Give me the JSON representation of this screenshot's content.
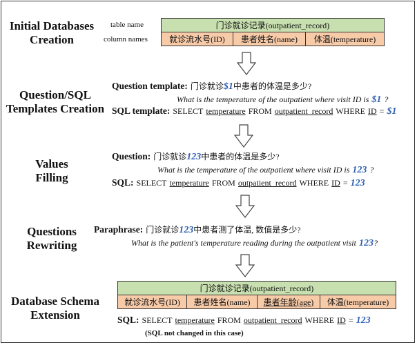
{
  "stages": {
    "s1_l1": "Initial Databases",
    "s1_l2": "Creation",
    "s2_l1": "Question/SQL",
    "s2_l2": "Templates Creation",
    "s3_l1": "Values",
    "s3_l2": "Filling",
    "s4_l1": "Questions",
    "s4_l2": "Rewriting",
    "s5_l1": "Database Schema",
    "s5_l2": "Extension"
  },
  "schema1": {
    "table_name_label": "table name",
    "column_names_label": "column names",
    "table_name": "门诊就诊记录(outpatient_record)",
    "columns": [
      "就诊流水号(ID)",
      "患者姓名(name)",
      "体温(temperature)"
    ]
  },
  "template": {
    "q_label": "Question template:",
    "q_cn_a": "门诊就诊",
    "q_param": "$1",
    "q_cn_b": "中患者的体温是多少?",
    "q_en": "What is the temperature of the outpatient where visit ID is",
    "q_en_param": "$1",
    "q_en_end": "?",
    "sql_label": "SQL template:",
    "sql_select": "SELECT",
    "sql_col": "temperature",
    "sql_from": "FROM",
    "sql_table": "outpatient_record",
    "sql_where": "WHERE",
    "sql_id": "ID",
    "sql_eq": "=",
    "sql_param": "$1"
  },
  "filling": {
    "q_label": "Question:",
    "q_cn_a": "门诊就诊",
    "q_value": "123",
    "q_cn_b": "中患者的体温是多少?",
    "q_en": "What is the temperature of the outpatient where visit ID is",
    "q_en_value": "123",
    "q_en_end": "?",
    "sql_label": "SQL:",
    "sql_select": "SELECT",
    "sql_col": "temperature",
    "sql_from": "FROM",
    "sql_table": "outpatient_record",
    "sql_where": "WHERE",
    "sql_id": "ID",
    "sql_eq": "=",
    "sql_value": "123"
  },
  "rewriting": {
    "p_label": "Paraphrase:",
    "p_cn_a": "门诊就诊",
    "p_value": "123",
    "p_cn_b": "中患者测了体温, 数值是多少?",
    "p_en": "What is the patient's temperature reading during the outpatient visit",
    "p_en_value": "123",
    "p_en_end": "?"
  },
  "schema2": {
    "table_name": "门诊就诊记录(outpatient_record)",
    "columns": [
      "就诊流水号(ID)",
      "患者姓名(name)",
      "患者年龄(age)",
      "体温(temperature)"
    ]
  },
  "extension": {
    "sql_label": "SQL:",
    "sql_select": "SELECT",
    "sql_col": "temperature",
    "sql_from": "FROM",
    "sql_table": "outpatient_record",
    "sql_where": "WHERE",
    "sql_id": "ID",
    "sql_eq": "=",
    "sql_value": "123",
    "note": "(SQL not changed in this case)"
  },
  "colors": {
    "table_name_bg": "#c8e0b0",
    "column_bg": "#f7caa8",
    "param": "#2f5fb3"
  }
}
